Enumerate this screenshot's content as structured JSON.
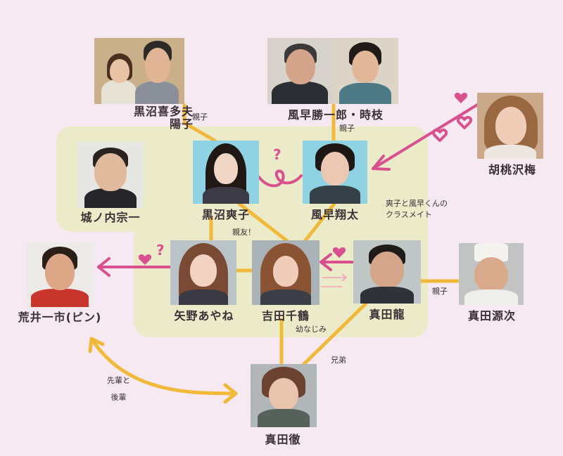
{
  "people": {
    "kuronuma_parents": {
      "name": "黒沼喜多夫\n陽子"
    },
    "kazehaya_parents": {
      "name": "風早勝一郎・時枝"
    },
    "kurumizawa": {
      "name": "胡桃沢梅"
    },
    "jonouchi": {
      "name": "城ノ内宗一"
    },
    "sawako": {
      "name": "黒沼爽子"
    },
    "shota": {
      "name": "風早翔太"
    },
    "pin": {
      "name": "荒井一市(ピン)"
    },
    "ayane": {
      "name": "矢野あやね"
    },
    "chizuru": {
      "name": "吉田千鶴"
    },
    "ryu": {
      "name": "真田龍"
    },
    "genji": {
      "name": "真田源次"
    },
    "toru": {
      "name": "真田徹"
    }
  },
  "labels": {
    "oyako1": "親子",
    "oyako2": "親子",
    "oyako3": "親子",
    "classmate": "爽子と風早くんの\nクラスメイト",
    "shinyu": "親友！",
    "osananajimi": "幼なじみ",
    "kyodai": "兄弟",
    "senpai": "先輩と\n後輩",
    "q1": "?",
    "q2": "?"
  },
  "colors": {
    "background": "#f7e9f1",
    "group_box": "#ecebc9",
    "line": "#f0b93a",
    "arrow": "#d9508f"
  }
}
